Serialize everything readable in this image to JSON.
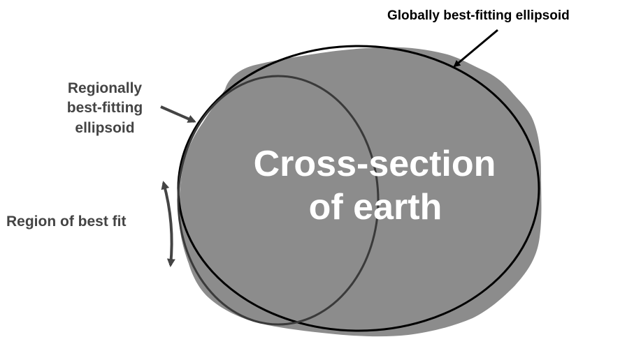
{
  "labels": {
    "global": "Globally best-fitting ellipsoid",
    "regional_line1": "Regionally",
    "regional_line2": "best-fitting",
    "regional_line3": "ellipsoid",
    "region": "Region of best fit",
    "center_line1": "Cross-section",
    "center_line2": "of earth"
  },
  "colors": {
    "earth_fill": "#8c8c8c",
    "global_ellipse_stroke": "#000000",
    "regional_ellipse_stroke": "#3a3a3a",
    "label_text_dark": "#000000",
    "label_text_gray": "#444444",
    "arrow_gray": "#444444",
    "center_text": "#ffffff"
  }
}
